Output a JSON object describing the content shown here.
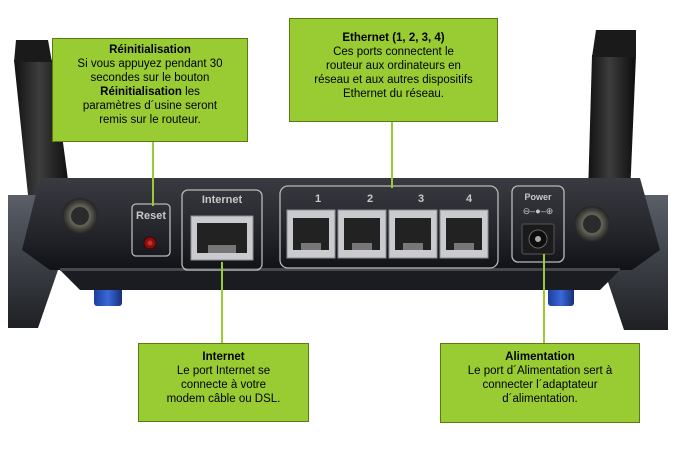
{
  "callouts": {
    "reset": {
      "title": "Réinitialisation",
      "line1": "Si vous appuyez pendant 30",
      "line2": "secondes sur le bouton",
      "bold2": "Réinitialisation",
      "rest2": " les",
      "line3": "paramètres d´usine seront",
      "line4": "remis sur le routeur."
    },
    "ethernet": {
      "title": "Ethernet (1, 2, 3, 4)",
      "line1": "Ces ports connectent le",
      "line2": "routeur aux ordinateurs en",
      "line3": "réseau et aux autres dispositifs",
      "line4": "Ethernet du réseau."
    },
    "internet": {
      "title": "Internet",
      "line1": "Le port Internet se",
      "line2": "connecte à votre",
      "line3": "modem câble ou DSL."
    },
    "power": {
      "title": "Alimentation",
      "line1": "Le port d´Alimentation sert à",
      "line2": "connecter l´adaptateur",
      "line3": "d´alimentation."
    }
  },
  "router": {
    "reset_label": "Reset",
    "internet_label": "Internet",
    "port_numbers": [
      "1",
      "2",
      "3",
      "4"
    ],
    "power_label": "Power",
    "power_symbol": "⊖–●–⊕"
  },
  "colors": {
    "callout_fill": "#99cc33",
    "callout_border": "#5a7a12",
    "router_body": "#2a2a30",
    "port_outline": "#b9b9b9"
  }
}
